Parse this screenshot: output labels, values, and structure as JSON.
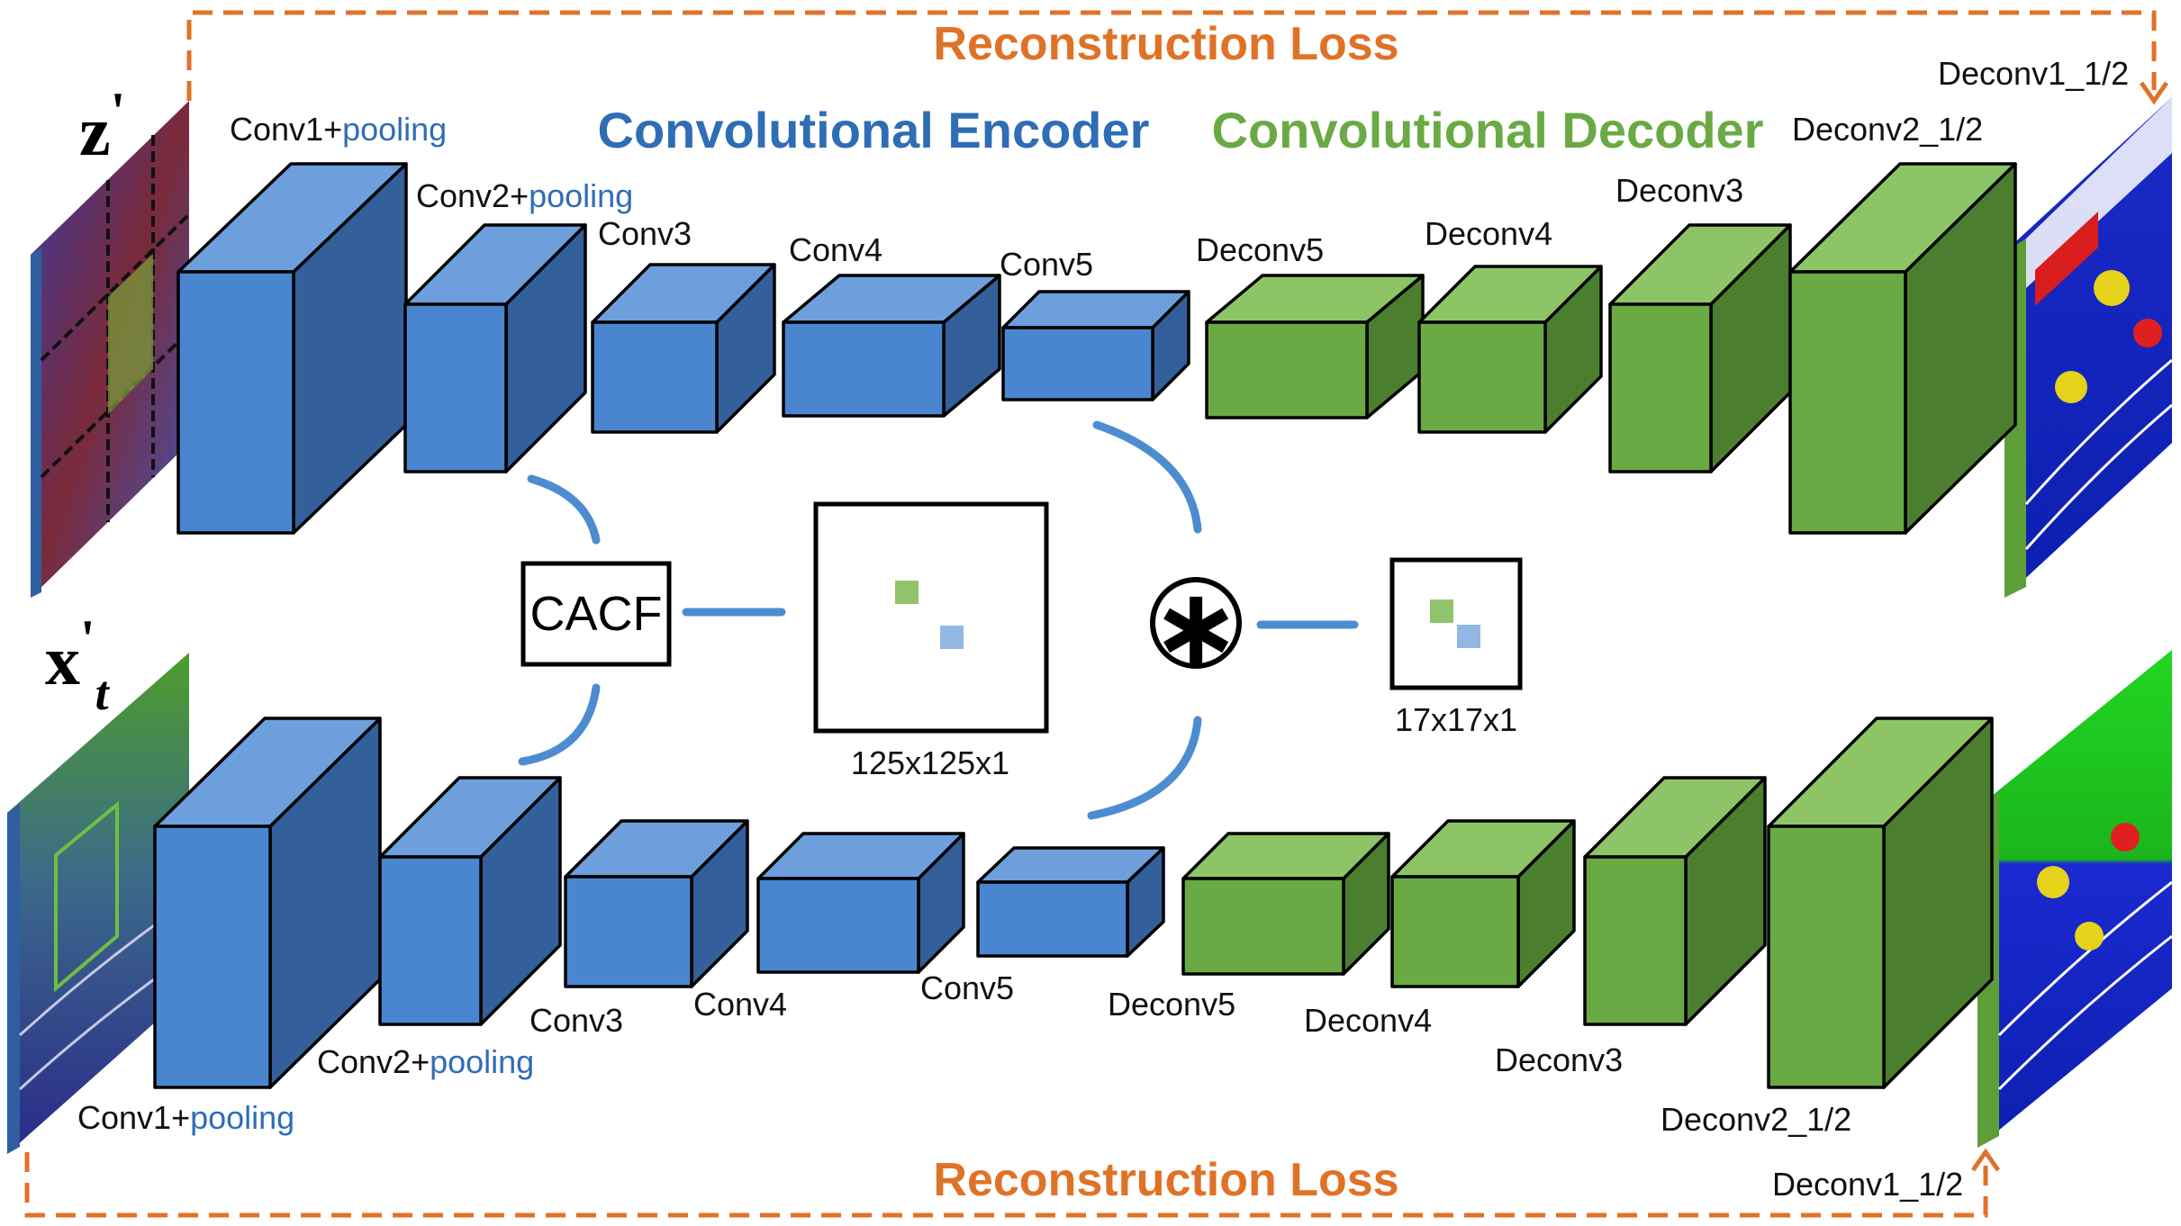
{
  "diagram": {
    "headings": {
      "encoder": "Convolutional Encoder",
      "decoder": "Convolutional Decoder"
    },
    "loss_top": "Reconstruction Loss",
    "loss_bottom": "Reconstruction Loss",
    "inputs": {
      "top_symbol": "z",
      "top_prime": "'",
      "bottom_symbol": "x",
      "bottom_prime": "'",
      "bottom_sub": "t"
    },
    "top_layers": {
      "conv1": "Conv1+",
      "conv1_pool": "pooling",
      "conv2": "Conv2+",
      "conv2_pool": "pooling",
      "conv3": "Conv3",
      "conv4": "Conv4",
      "conv5": "Conv5",
      "deconv5": "Deconv5",
      "deconv4": "Deconv4",
      "deconv3": "Deconv3",
      "deconv2": "Deconv2_1/2",
      "deconv1": "Deconv1_1/2"
    },
    "bottom_layers": {
      "conv1": "Conv1+",
      "conv1_pool": "pooling",
      "conv2": "Conv2+",
      "conv2_pool": "pooling",
      "conv3": "Conv3",
      "conv4": "Conv4",
      "conv5": "Conv5",
      "deconv5": "Deconv5",
      "deconv4": "Deconv4",
      "deconv3": "Deconv3",
      "deconv2": "Deconv2_1/2",
      "deconv1": "Deconv1_1/2"
    },
    "cacf": "CACF",
    "map_large": "125x125x1",
    "map_small": "17x17x1",
    "operator": "∗"
  },
  "colors": {
    "encoder_front": "#4a86cf",
    "encoder_top": "#6c9fdc",
    "encoder_side": "#335f9a",
    "decoder_front": "#6aaa44",
    "decoder_top": "#8dc566",
    "decoder_side": "#4b7f2f",
    "arrow": "#4d8cd0",
    "loss": "#e07227",
    "heading_encoder": "#2f6db5",
    "heading_decoder": "#6aaa44",
    "dot_green": "#8fc46c",
    "dot_blue": "#92b7e3"
  }
}
